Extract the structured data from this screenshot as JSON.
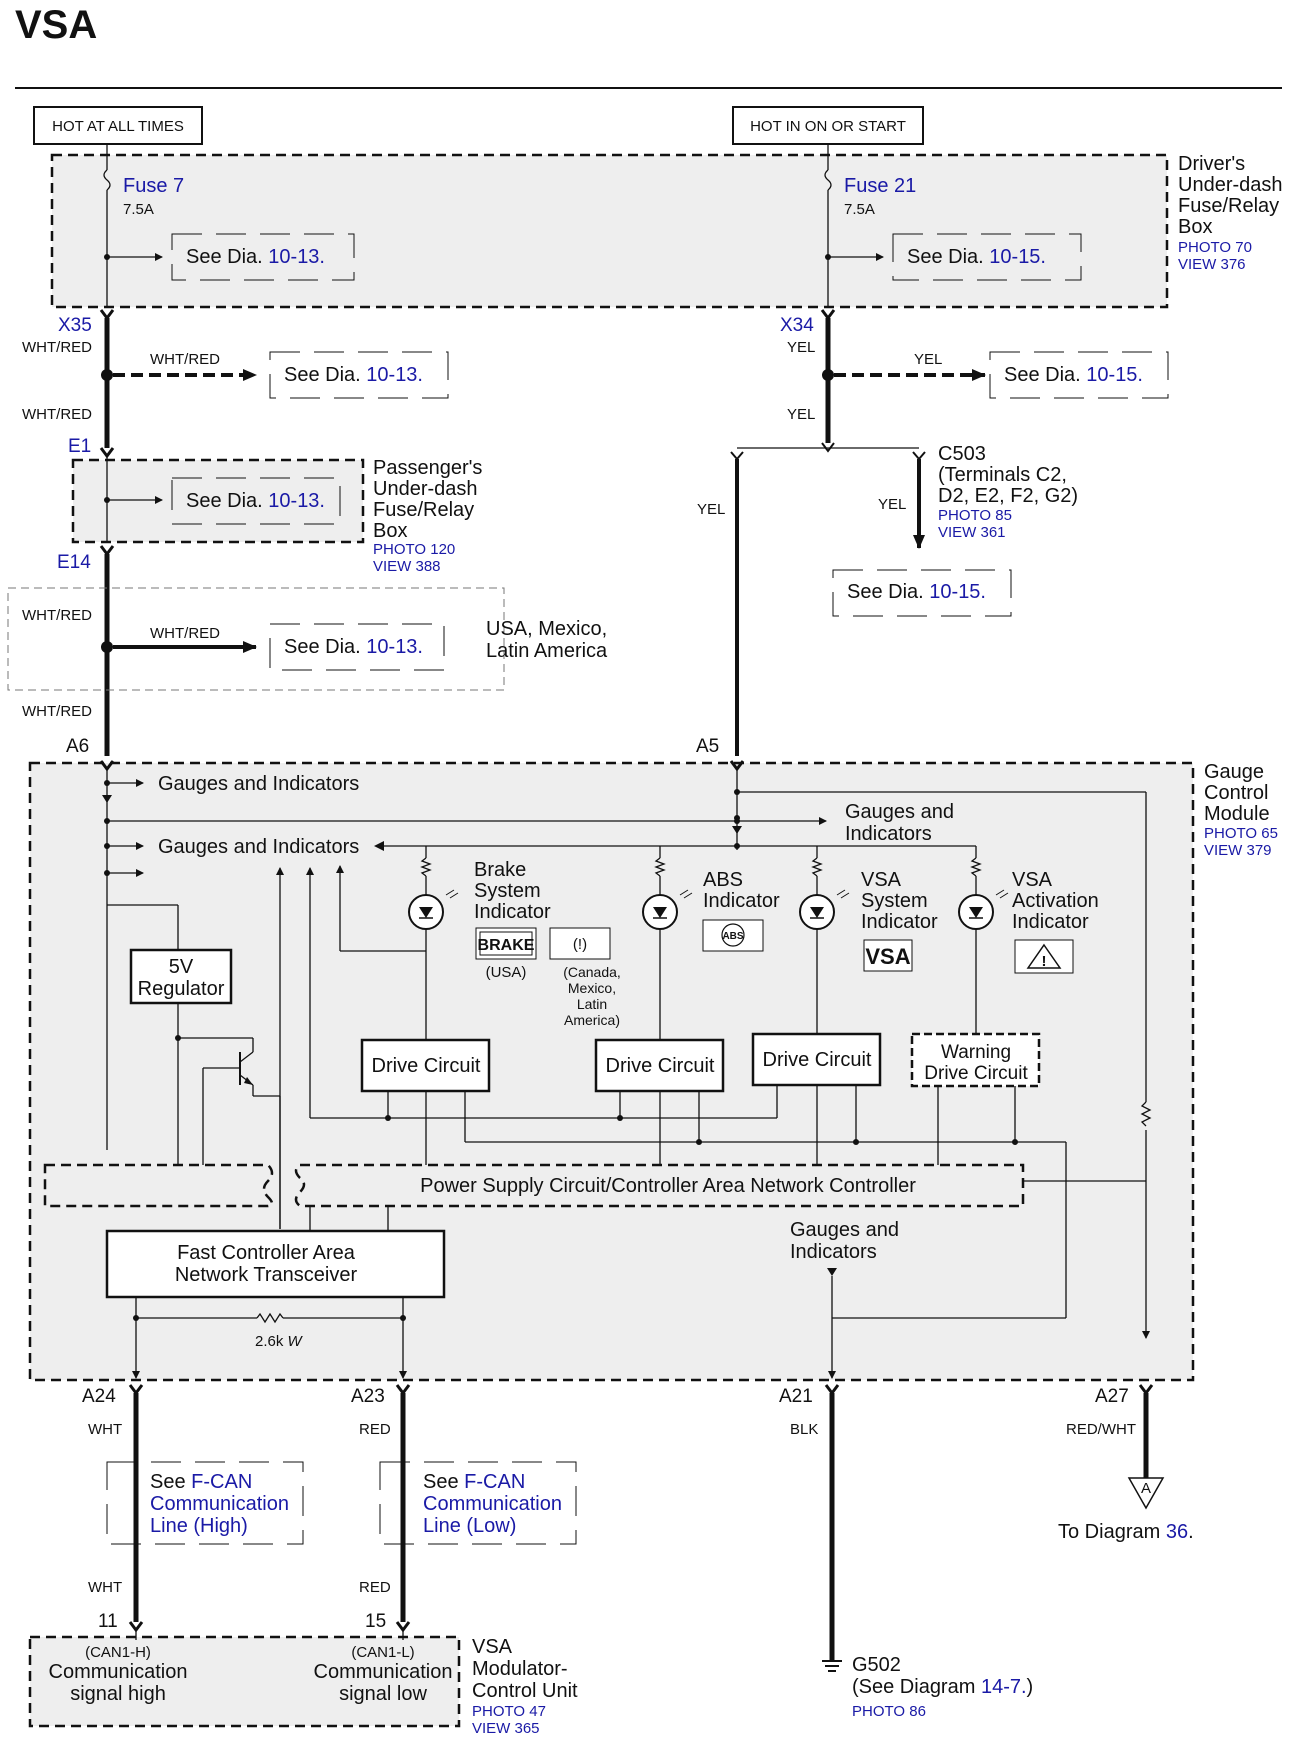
{
  "title": "VSA",
  "power": {
    "hot_always": "HOT AT ALL TIMES",
    "hot_on": "HOT IN ON OR START"
  },
  "fuses": [
    {
      "name": "Fuse 7",
      "rating": "7.5A"
    },
    {
      "name": "Fuse 21",
      "rating": "7.5A"
    }
  ],
  "see_dia": {
    "prefix": "See Dia.",
    "ref_1013": "10-13.",
    "ref_1015": "10-15."
  },
  "driver_box": {
    "l1": "Driver's",
    "l2": "Under-dash",
    "l3": "Fuse/Relay",
    "l4": "Box",
    "photo": "PHOTO 70",
    "view": "VIEW 376"
  },
  "passenger_box": {
    "l1": "Passenger's",
    "l2": "Under-dash",
    "l3": "Fuse/Relay",
    "l4": "Box",
    "photo": "PHOTO 120",
    "view": "VIEW 388"
  },
  "connectors": {
    "x35": "X35",
    "x34": "X34",
    "e1": "E1",
    "e14": "E14",
    "a6": "A6",
    "a5": "A5",
    "a24": "A24",
    "a23": "A23",
    "a21": "A21",
    "a27": "A27",
    "p11": "11",
    "p15": "15"
  },
  "wires": {
    "wht_red": "WHT/RED",
    "yel": "YEL",
    "wht": "WHT",
    "red": "RED",
    "blk": "BLK",
    "red_wht": "RED/WHT"
  },
  "c503": {
    "l1": "C503",
    "l2": "(Terminals C2,",
    "l3": "D2, E2, F2, G2)",
    "photo": "PHOTO 85",
    "view": "VIEW 361"
  },
  "region_note": {
    "l1": "USA, Mexico,",
    "l2": "Latin America"
  },
  "gcm": {
    "l1": "Gauge",
    "l2": "Control",
    "l3": "Module",
    "photo": "PHOTO 65",
    "view": "VIEW 379"
  },
  "gauges": "Gauges and Indicators",
  "gauges_split": {
    "l1": "Gauges and",
    "l2": "Indicators"
  },
  "indicators": {
    "brake": {
      "l1": "Brake",
      "l2": "System",
      "l3": "Indicator",
      "sym": "BRAKE",
      "usa": "(USA)",
      "alt1": "(Canada,",
      "alt2": "Mexico,",
      "alt3": "Latin",
      "alt4": "America)",
      "alt_sym": "(!)"
    },
    "abs": {
      "l1": "ABS",
      "l2": "Indicator",
      "sym": "ABS"
    },
    "vsa_sys": {
      "l1": "VSA",
      "l2": "System",
      "l3": "Indicator",
      "sym": "VSA"
    },
    "vsa_act": {
      "l1": "VSA",
      "l2": "Activation",
      "l3": "Indicator",
      "sym": "!"
    }
  },
  "regulator": {
    "l1": "5V",
    "l2": "Regulator"
  },
  "drive": "Drive Circuit",
  "warning": {
    "l1": "Warning",
    "l2": "Drive Circuit"
  },
  "power_supply": "Power Supply Circuit/Controller Area Network Controller",
  "transceiver": {
    "l1": "Fast Controller Area",
    "l2": "Network Transceiver"
  },
  "resistor": {
    "value": "2.6k",
    "unit": "W"
  },
  "fcan_high": {
    "l1": "See",
    "link": "F-CAN",
    "l2": "Communication",
    "l3": "Line (High)"
  },
  "fcan_low": {
    "l1": "See",
    "link": "F-CAN",
    "l2": "Communication",
    "l3": "Line (Low)"
  },
  "connector_a": "A",
  "to_diagram": {
    "prefix": "To Diagram",
    "num": "36",
    "suffix": "."
  },
  "vsa_mod": {
    "can_h": "(CAN1-H)",
    "h1": "Communication",
    "h2": "signal high",
    "can_l": "(CAN1-L)",
    "lo1": "Communication",
    "lo2": "signal low",
    "l1": "VSA",
    "l2": "Modulator-",
    "l3": "Control Unit",
    "photo": "PHOTO 47",
    "view": "VIEW 365"
  },
  "ground": {
    "name": "G502",
    "see": "(See Diagram",
    "ref": "14-7.",
    "close": ")",
    "photo": "PHOTO 86"
  },
  "colors": {
    "text": "#111111",
    "link": "#1a1aa6",
    "fill": "#eeeeee"
  }
}
